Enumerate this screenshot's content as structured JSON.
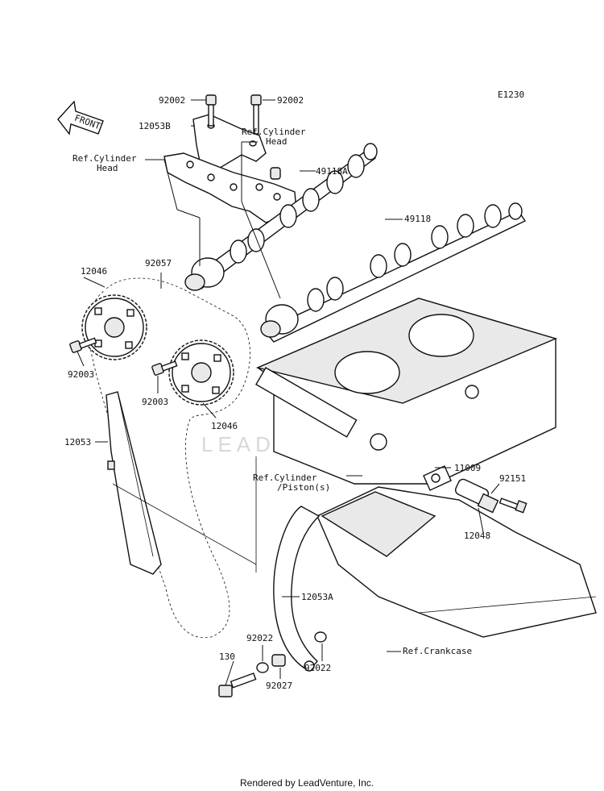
{
  "diagram_code": "E1230",
  "front_label": "FRONT",
  "watermark": "LEADVENTURE",
  "footer": "Rendered by LeadVenture, Inc.",
  "labels": {
    "bolt_92002_left": "92002",
    "bolt_92002_right": "92002",
    "cap_12053b": "12053B",
    "ref_cyl_head_right": "Ref.Cylinder Head",
    "ref_cyl_head_left": "Ref.Cylinder Head",
    "camshaft_49118a": "49118A",
    "camshaft_49118": "49118",
    "chain_92057": "92057",
    "sprocket_12046_upper": "12046",
    "bolt_92003_left": "92003",
    "bolt_92003_mid": "92003",
    "sprocket_12046_lower": "12046",
    "guide_12053": "12053",
    "gasket_11009": "11009",
    "ref_cyl_piston": "Ref.Cylinder /Piston(s)",
    "bolt_92151": "92151",
    "tensioner_12048": "12048",
    "guide_12053a": "12053A",
    "washer_92022_top": "92022",
    "washer_92022_right": "92022",
    "bolt_130": "130",
    "collar_92027": "92027",
    "ref_crankcase": "Ref.Crankcase"
  }
}
